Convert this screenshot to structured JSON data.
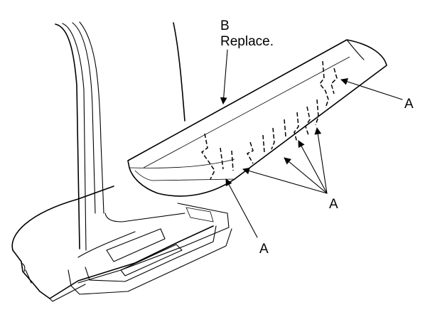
{
  "labels": {
    "part_b_letter": "B",
    "part_b_note": "Replace.",
    "clip_label": "A"
  }
}
